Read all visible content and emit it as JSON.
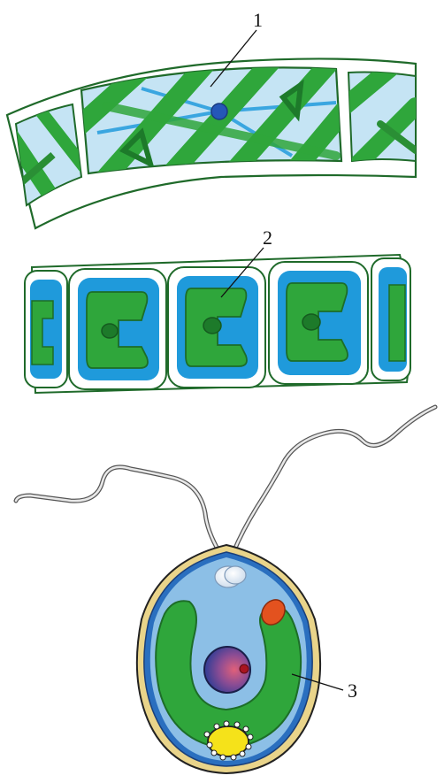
{
  "figure": {
    "panels": [
      {
        "name": "spirogyra-filament",
        "label": "1"
      },
      {
        "name": "zygnema-filament",
        "label": "2"
      },
      {
        "name": "chlamydomonas-cell",
        "label": "3"
      }
    ]
  },
  "colors": {
    "cell_wall_outline": "#1f6a2a",
    "chloroplast_green": "#2fa63b",
    "chloroplast_dark": "#1d7a2a",
    "vacuole_blue": "#3aa6e0",
    "pale_blue": "#b9dcf2",
    "cytoplasm_blue": "#8cbfe6",
    "eyespot_orange": "#e3521f",
    "pyrenoid_yellow": "#f5e21a",
    "nucleus_purple": "#5a4d9e",
    "flagellum_gray": "#8a8a8a",
    "outer_wall_tan": "#e9d48a"
  }
}
